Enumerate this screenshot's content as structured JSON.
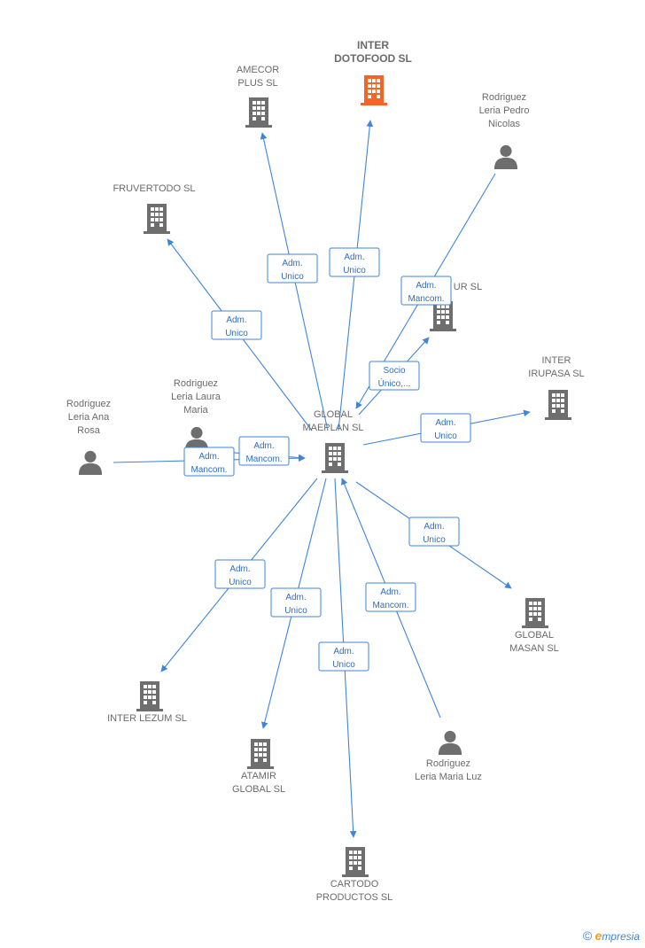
{
  "colors": {
    "accent": "#3e86d9",
    "node": "#6e6e6e",
    "highlight": "#f26522"
  },
  "nodes": [
    {
      "id": "global-maeplan",
      "type": "company",
      "label": [
        "GLOBAL",
        "MAEPLAN SL"
      ]
    },
    {
      "id": "inter-dotofood",
      "type": "company",
      "label": [
        "INTER",
        "DOTOFOOD SL"
      ],
      "highlight": true
    },
    {
      "id": "amecor-plus",
      "type": "company",
      "label": [
        "AMECOR",
        "PLUS SL"
      ]
    },
    {
      "id": "fruvertodo",
      "type": "company",
      "label": [
        "FRUVERTODO SL"
      ]
    },
    {
      "id": "rodriguez-pedro",
      "type": "person",
      "label": [
        "Rodriguez",
        "Leria Pedro",
        "Nicolas"
      ]
    },
    {
      "id": "ur-sl",
      "type": "company",
      "label": [
        "UR SL"
      ]
    },
    {
      "id": "inter-irupasa",
      "type": "company",
      "label": [
        "INTER",
        "IRUPASA SL"
      ]
    },
    {
      "id": "rodriguez-laura",
      "type": "person",
      "label": [
        "Rodriguez",
        "Leria Laura",
        "Maria"
      ]
    },
    {
      "id": "rodriguez-ana",
      "type": "person",
      "label": [
        "Rodriguez",
        "Leria Ana",
        "Rosa"
      ]
    },
    {
      "id": "global-masan",
      "type": "company",
      "label": [
        "GLOBAL",
        "MASAN SL"
      ]
    },
    {
      "id": "inter-lezum",
      "type": "company",
      "label": [
        "INTER LEZUM SL"
      ]
    },
    {
      "id": "atamir-global",
      "type": "company",
      "label": [
        "ATAMIR",
        "GLOBAL SL"
      ]
    },
    {
      "id": "cartodo-productos",
      "type": "company",
      "label": [
        "CARTODO",
        "PRODUCTOS SL"
      ]
    },
    {
      "id": "rodriguez-maria-luz",
      "type": "person",
      "label": [
        "Rodriguez",
        "Leria Maria Luz"
      ]
    }
  ],
  "edges": [
    {
      "from": "global-maeplan",
      "to": "inter-dotofood",
      "label": [
        "Adm.",
        "Unico"
      ]
    },
    {
      "from": "global-maeplan",
      "to": "amecor-plus",
      "label": [
        "Adm.",
        "Unico"
      ]
    },
    {
      "from": "global-maeplan",
      "to": "fruvertodo",
      "label": [
        "Adm.",
        "Unico"
      ]
    },
    {
      "from": "rodriguez-pedro",
      "to": "global-maeplan",
      "label": [
        "Adm.",
        "Mancom."
      ]
    },
    {
      "from": "global-maeplan",
      "to": "ur-sl",
      "label": [
        "Socio",
        "Único,..."
      ]
    },
    {
      "from": "global-maeplan",
      "to": "inter-irupasa",
      "label": [
        "Adm.",
        "Unico"
      ]
    },
    {
      "from": "rodriguez-laura",
      "to": "global-maeplan",
      "label": [
        "Adm.",
        "Mancom."
      ]
    },
    {
      "from": "rodriguez-ana",
      "to": "global-maeplan",
      "label": [
        "Adm.",
        "Mancom."
      ]
    },
    {
      "from": "global-maeplan",
      "to": "global-masan",
      "label": [
        "Adm.",
        "Unico"
      ]
    },
    {
      "from": "global-maeplan",
      "to": "inter-lezum",
      "label": [
        "Adm.",
        "Unico"
      ]
    },
    {
      "from": "global-maeplan",
      "to": "atamir-global",
      "label": [
        "Adm.",
        "Unico"
      ]
    },
    {
      "from": "global-maeplan",
      "to": "cartodo-productos",
      "label": [
        "Adm.",
        "Unico"
      ]
    },
    {
      "from": "rodriguez-maria-luz",
      "to": "global-maeplan",
      "label": [
        "Adm.",
        "Mancom."
      ]
    }
  ],
  "footer": {
    "copyright_symbol": "©",
    "brand_initial": "e",
    "brand_rest": "mpresia"
  }
}
